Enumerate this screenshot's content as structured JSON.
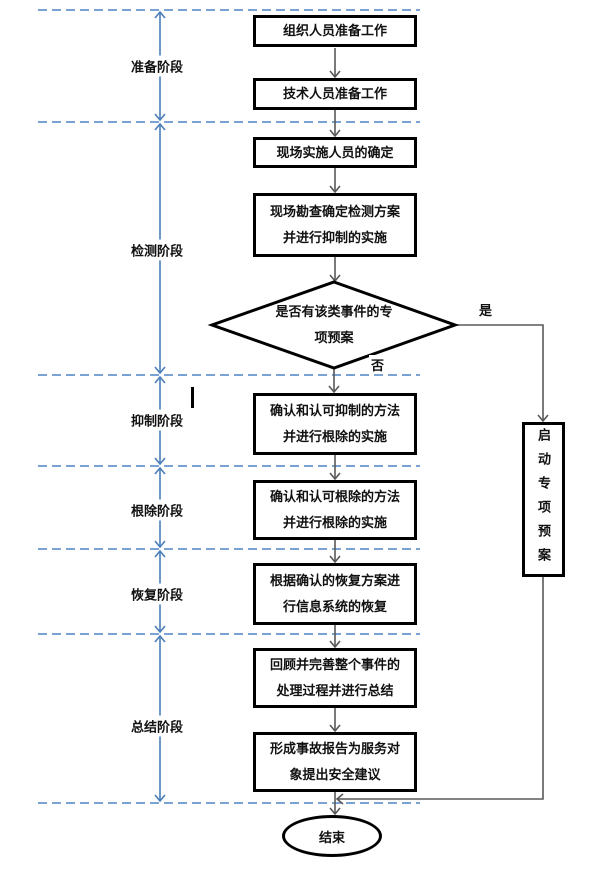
{
  "flowchart": {
    "phases": [
      {
        "label": "准备阶段"
      },
      {
        "label": "检测阶段"
      },
      {
        "label": "抑制阶段"
      },
      {
        "label": "根除阶段"
      },
      {
        "label": "恢复阶段"
      },
      {
        "label": "总结阶段"
      }
    ],
    "nodes": {
      "org_prepare": "组织人员准备工作",
      "tech_prepare": "技术人员准备工作",
      "personnel_confirm": "现场实施人员的确定",
      "survey_detect": "现场勘查确定检测方案并进行抑制的实施",
      "decision": "是否有该类事件的专项预案",
      "suppress_confirm": "确认和认可抑制的方法并进行根除的实施",
      "eradicate_confirm": "确认和认可根除的方法并进行根除的实施",
      "recover_exec": "根据确认的恢复方案进行信息系统的恢复",
      "review_summary": "回顾并完善整个事件的处理过程并进行总结",
      "report": "形成事故报告为服务对象提出安全建议",
      "special_plan": "启动专项预案",
      "end": "结束"
    },
    "edge_labels": {
      "yes": "是",
      "no": "否"
    },
    "colors": {
      "phase_arrow": "#4a7ebb",
      "phase_dashed_line": "#7aa3d4",
      "connector": "#595959",
      "node_border": "#000000",
      "background": "#ffffff"
    }
  }
}
